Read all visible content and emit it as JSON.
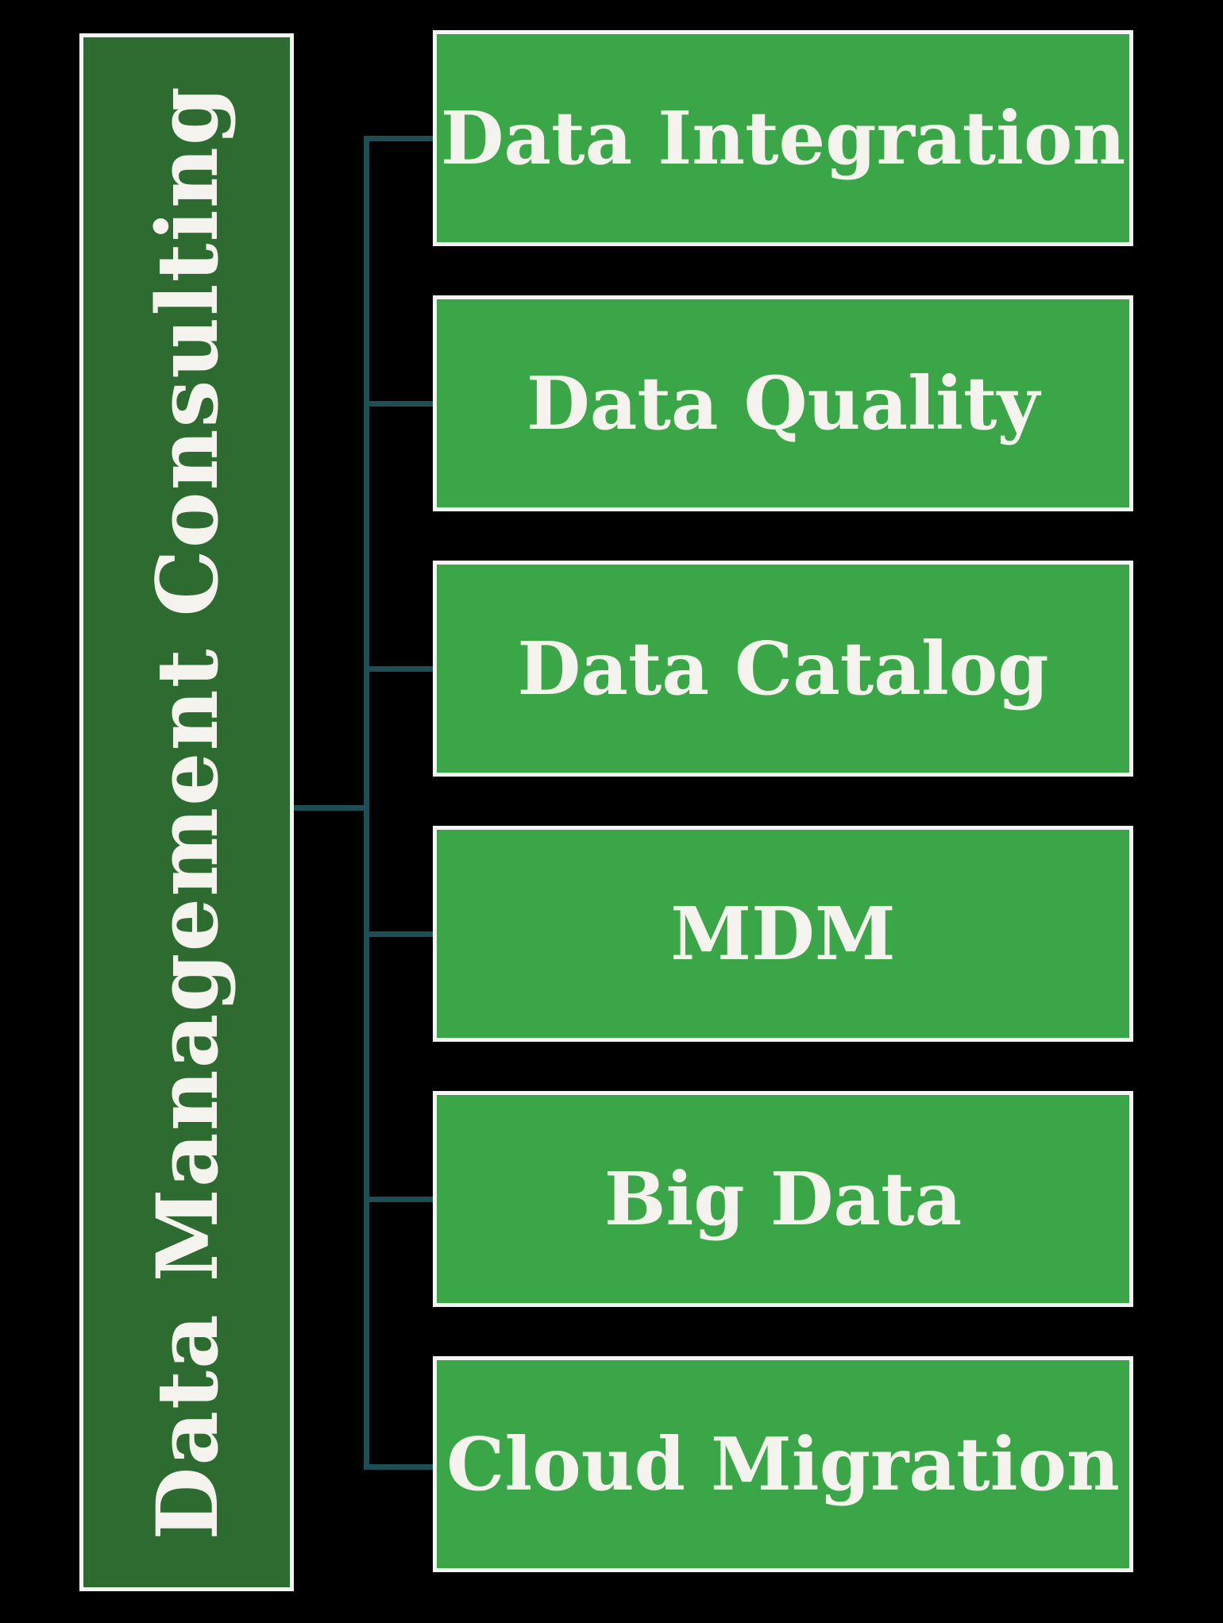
{
  "diagram": {
    "root": {
      "label": "Data Management Consulting"
    },
    "nodes": [
      {
        "label": "Data Integration"
      },
      {
        "label": "Data Quality"
      },
      {
        "label": "Data Catalog"
      },
      {
        "label": "MDM"
      },
      {
        "label": "Big Data"
      },
      {
        "label": "Cloud Migration"
      }
    ],
    "colors": {
      "background": "#000000",
      "root_fill": "#2d6b30",
      "node_fill": "#3aa648",
      "node_border": "#f5f5f5",
      "connector": "#1d4e56",
      "text": "#f5f3ee"
    }
  }
}
